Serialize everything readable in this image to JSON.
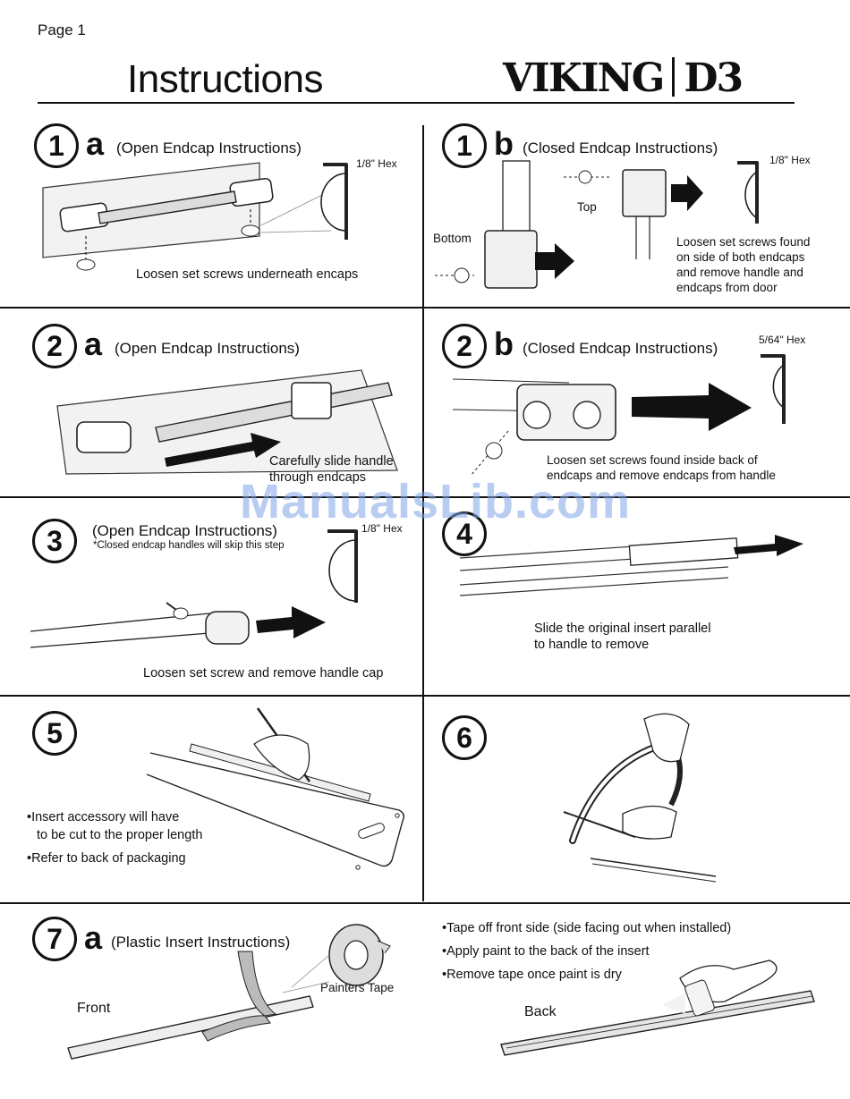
{
  "header": {
    "page_label": "Page 1",
    "title": "Instructions",
    "logo_brand": "VIKING",
    "logo_model": "D3"
  },
  "watermark": "ManualsLib.com",
  "steps": {
    "s1a": {
      "number": "1",
      "letter": "a",
      "heading": "(Open Endcap Instructions)",
      "hex": "1/8\" Hex",
      "caption": "Loosen set screws underneath encaps"
    },
    "s1b": {
      "number": "1",
      "letter": "b",
      "heading": "(Closed Endcap Instructions)",
      "hex": "1/8\" Hex",
      "label_top": "Top",
      "label_bottom": "Bottom",
      "caption_lines": [
        "Loosen set screws found",
        "on side of both endcaps",
        "and remove handle and",
        "endcaps from door"
      ]
    },
    "s2a": {
      "number": "2",
      "letter": "a",
      "heading": "(Open Endcap Instructions)",
      "caption_lines": [
        "Carefully slide handle",
        "through endcaps"
      ]
    },
    "s2b": {
      "number": "2",
      "letter": "b",
      "heading": "(Closed Endcap Instructions)",
      "hex": "5/64\" Hex",
      "caption_lines": [
        "Loosen set screws found inside back of",
        "endcaps and remove endcaps from handle"
      ]
    },
    "s3": {
      "number": "3",
      "heading": "(Open Endcap Instructions)",
      "note": "*Closed endcap handles will skip this step",
      "hex": "1/8\" Hex",
      "caption": "Loosen set screw and remove handle cap"
    },
    "s4": {
      "number": "4",
      "caption_lines": [
        "Slide the original insert parallel",
        "to handle to remove"
      ]
    },
    "s5": {
      "number": "5",
      "bullets": [
        "Insert accessory will have",
        "to be cut to the proper length",
        "Refer to back of packaging"
      ]
    },
    "s6": {
      "number": "6"
    },
    "s7a": {
      "number": "7",
      "letter": "a",
      "heading": "(Plastic Insert Instructions)",
      "label_tape": "Painters Tape",
      "label_front": "Front",
      "label_back": "Back",
      "bullets": [
        "Tape off front side (side facing out when installed)",
        "Apply paint to the back of the insert",
        "Remove tape once paint is dry"
      ]
    }
  }
}
